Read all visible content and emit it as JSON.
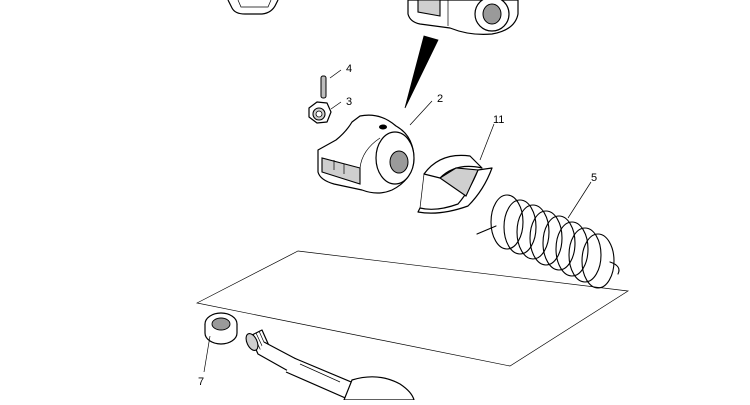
{
  "callouts": {
    "c2": "2",
    "c3": "3",
    "c4": "4",
    "c5": "5",
    "c7": "7",
    "c11": "11"
  }
}
